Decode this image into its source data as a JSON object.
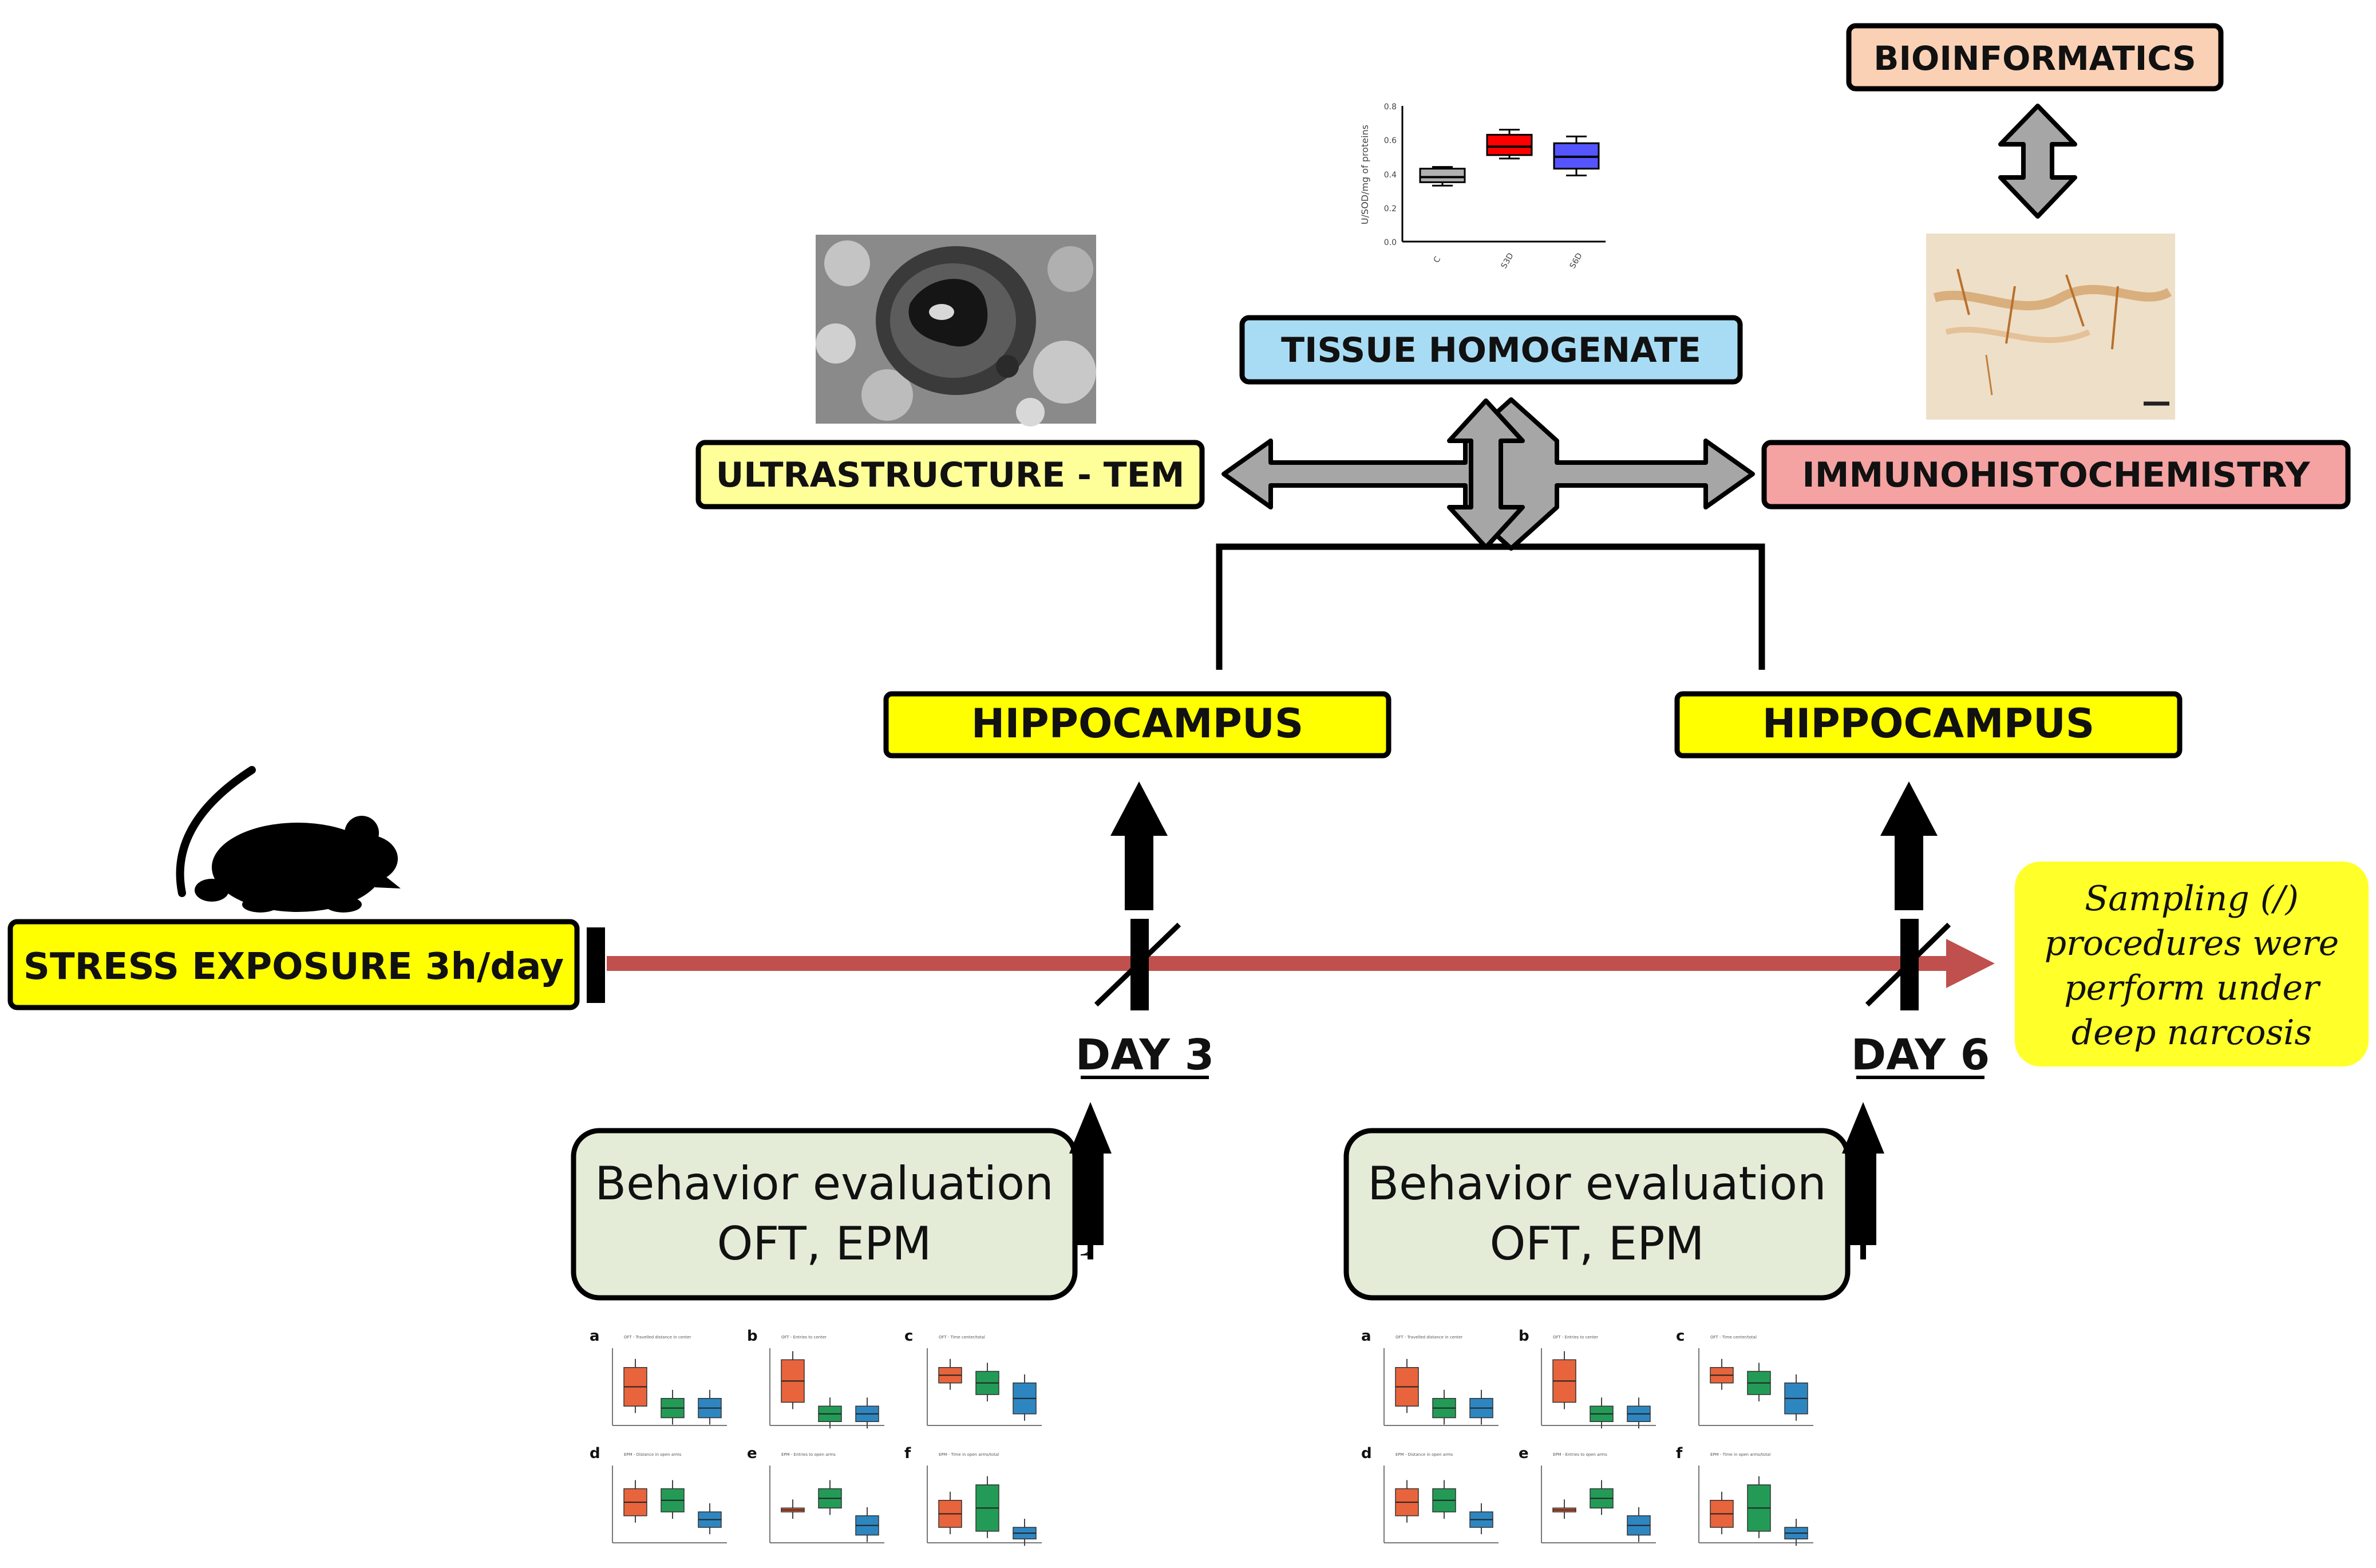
{
  "colors": {
    "stress_box": "#ffff00",
    "hippocampus_box": "#ffff00",
    "note_box": "#ffff2a",
    "ultrastructure_box": "#ffff99",
    "tissue_box": "#a8dcf4",
    "immuno_box": "#f4a2a2",
    "bioinformatics_box": "#fbd1b6",
    "behavior_box": "#e4ecd8",
    "timeline": "#c0504d",
    "connector_arrow": "#a6a6a6",
    "boxplot_grey": "#b0b0b0",
    "boxplot_red": "#ff0000",
    "boxplot_blue": "#5555ff",
    "mini_orange": "#e8643c",
    "mini_green": "#239b56",
    "mini_blue": "#2e86c1"
  },
  "labels": {
    "stress": "STRESS EXPOSURE  3h/day",
    "hippocampus_left": "HIPPOCAMPUS",
    "hippocampus_right": "HIPPOCAMPUS",
    "ultrastructure": "ULTRASTRUCTURE - TEM",
    "tissue": "TISSUE HOMOGENATE",
    "immuno": "IMMUNOHISTOCHEMISTRY",
    "bioinformatics": "BIOINFORMATICS",
    "day3": "DAY 3",
    "day6": "DAY 6",
    "behavior_left": {
      "line1": "Behavior evaluation",
      "line2": "OFT, EPM"
    },
    "behavior_right": {
      "line1": "Behavior evaluation",
      "line2": "OFT, EPM"
    },
    "note": {
      "line1": "Sampling (/)",
      "line2": "procedures were",
      "line3": "perform under",
      "line4": "deep narcosis"
    }
  },
  "icons": {
    "mouse": "mouse-silhouette-icon",
    "tem_image": "tem-micrograph-image",
    "ihc_image": "immunohistochemistry-image",
    "boxplot": "boxplot-thumbnail",
    "behavior_plots": "behavior-boxplot-grid"
  },
  "thumbnail_texts": {
    "boxplot_ylabel": "U/SOD/mg of proteins",
    "boxplot_yticks": [
      "0.0",
      "0.2",
      "0.4",
      "0.6",
      "0.8"
    ],
    "boxplot_xticks": [
      "C",
      "S3D",
      "S6D"
    ],
    "panel_letters": [
      "a",
      "b",
      "c",
      "d",
      "e",
      "f"
    ],
    "panel_titles": [
      "OFT - Travelled distance in center",
      "OFT - Entries to center",
      "OFT - Time center/total",
      "EPM - Distance in open arms",
      "EPM - Entries to open arms",
      "EPM - Time in open arms/total"
    ]
  },
  "chart_data": {
    "type": "boxplot",
    "categories": [
      "C",
      "S3D",
      "S6D"
    ],
    "ylabel": "U/SOD/mg of proteins",
    "ylim": [
      0.0,
      0.8
    ],
    "series": [
      {
        "min": 0.33,
        "q1": 0.35,
        "median": 0.38,
        "q3": 0.43,
        "max": 0.44
      },
      {
        "min": 0.49,
        "q1": 0.51,
        "median": 0.56,
        "q3": 0.63,
        "max": 0.66
      },
      {
        "min": 0.39,
        "q1": 0.43,
        "median": 0.5,
        "q3": 0.58,
        "max": 0.62
      }
    ]
  }
}
